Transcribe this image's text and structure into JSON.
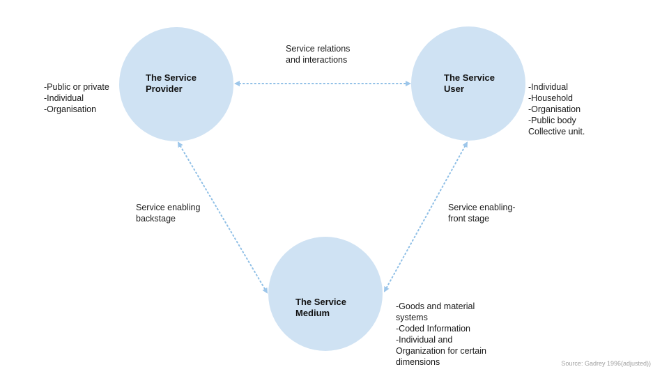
{
  "nodes": {
    "provider": {
      "label": "The Service\nProvider",
      "attributes": "-Public or private\n-Individual\n-Organisation"
    },
    "user": {
      "label": "The Service\nUser",
      "attributes": "-Individual\n-Household\n-Organisation\n-Public body\nCollective unit."
    },
    "medium": {
      "label": "The Service\nMedium",
      "attributes": "-Goods and material\nsystems\n-Coded Information\n-Individual and\nOrganization for certain\ndimensions"
    }
  },
  "relations": {
    "provider_user": "Service relations\nand interactions",
    "provider_medium": "Service enabling\nbackstage",
    "user_medium": "Service enabling-\nfront stage"
  },
  "source": "Source: Gadrey 1996(adjusted))",
  "colors": {
    "node_fill": "#cfe2f3",
    "connector": "#8fbfe6"
  }
}
